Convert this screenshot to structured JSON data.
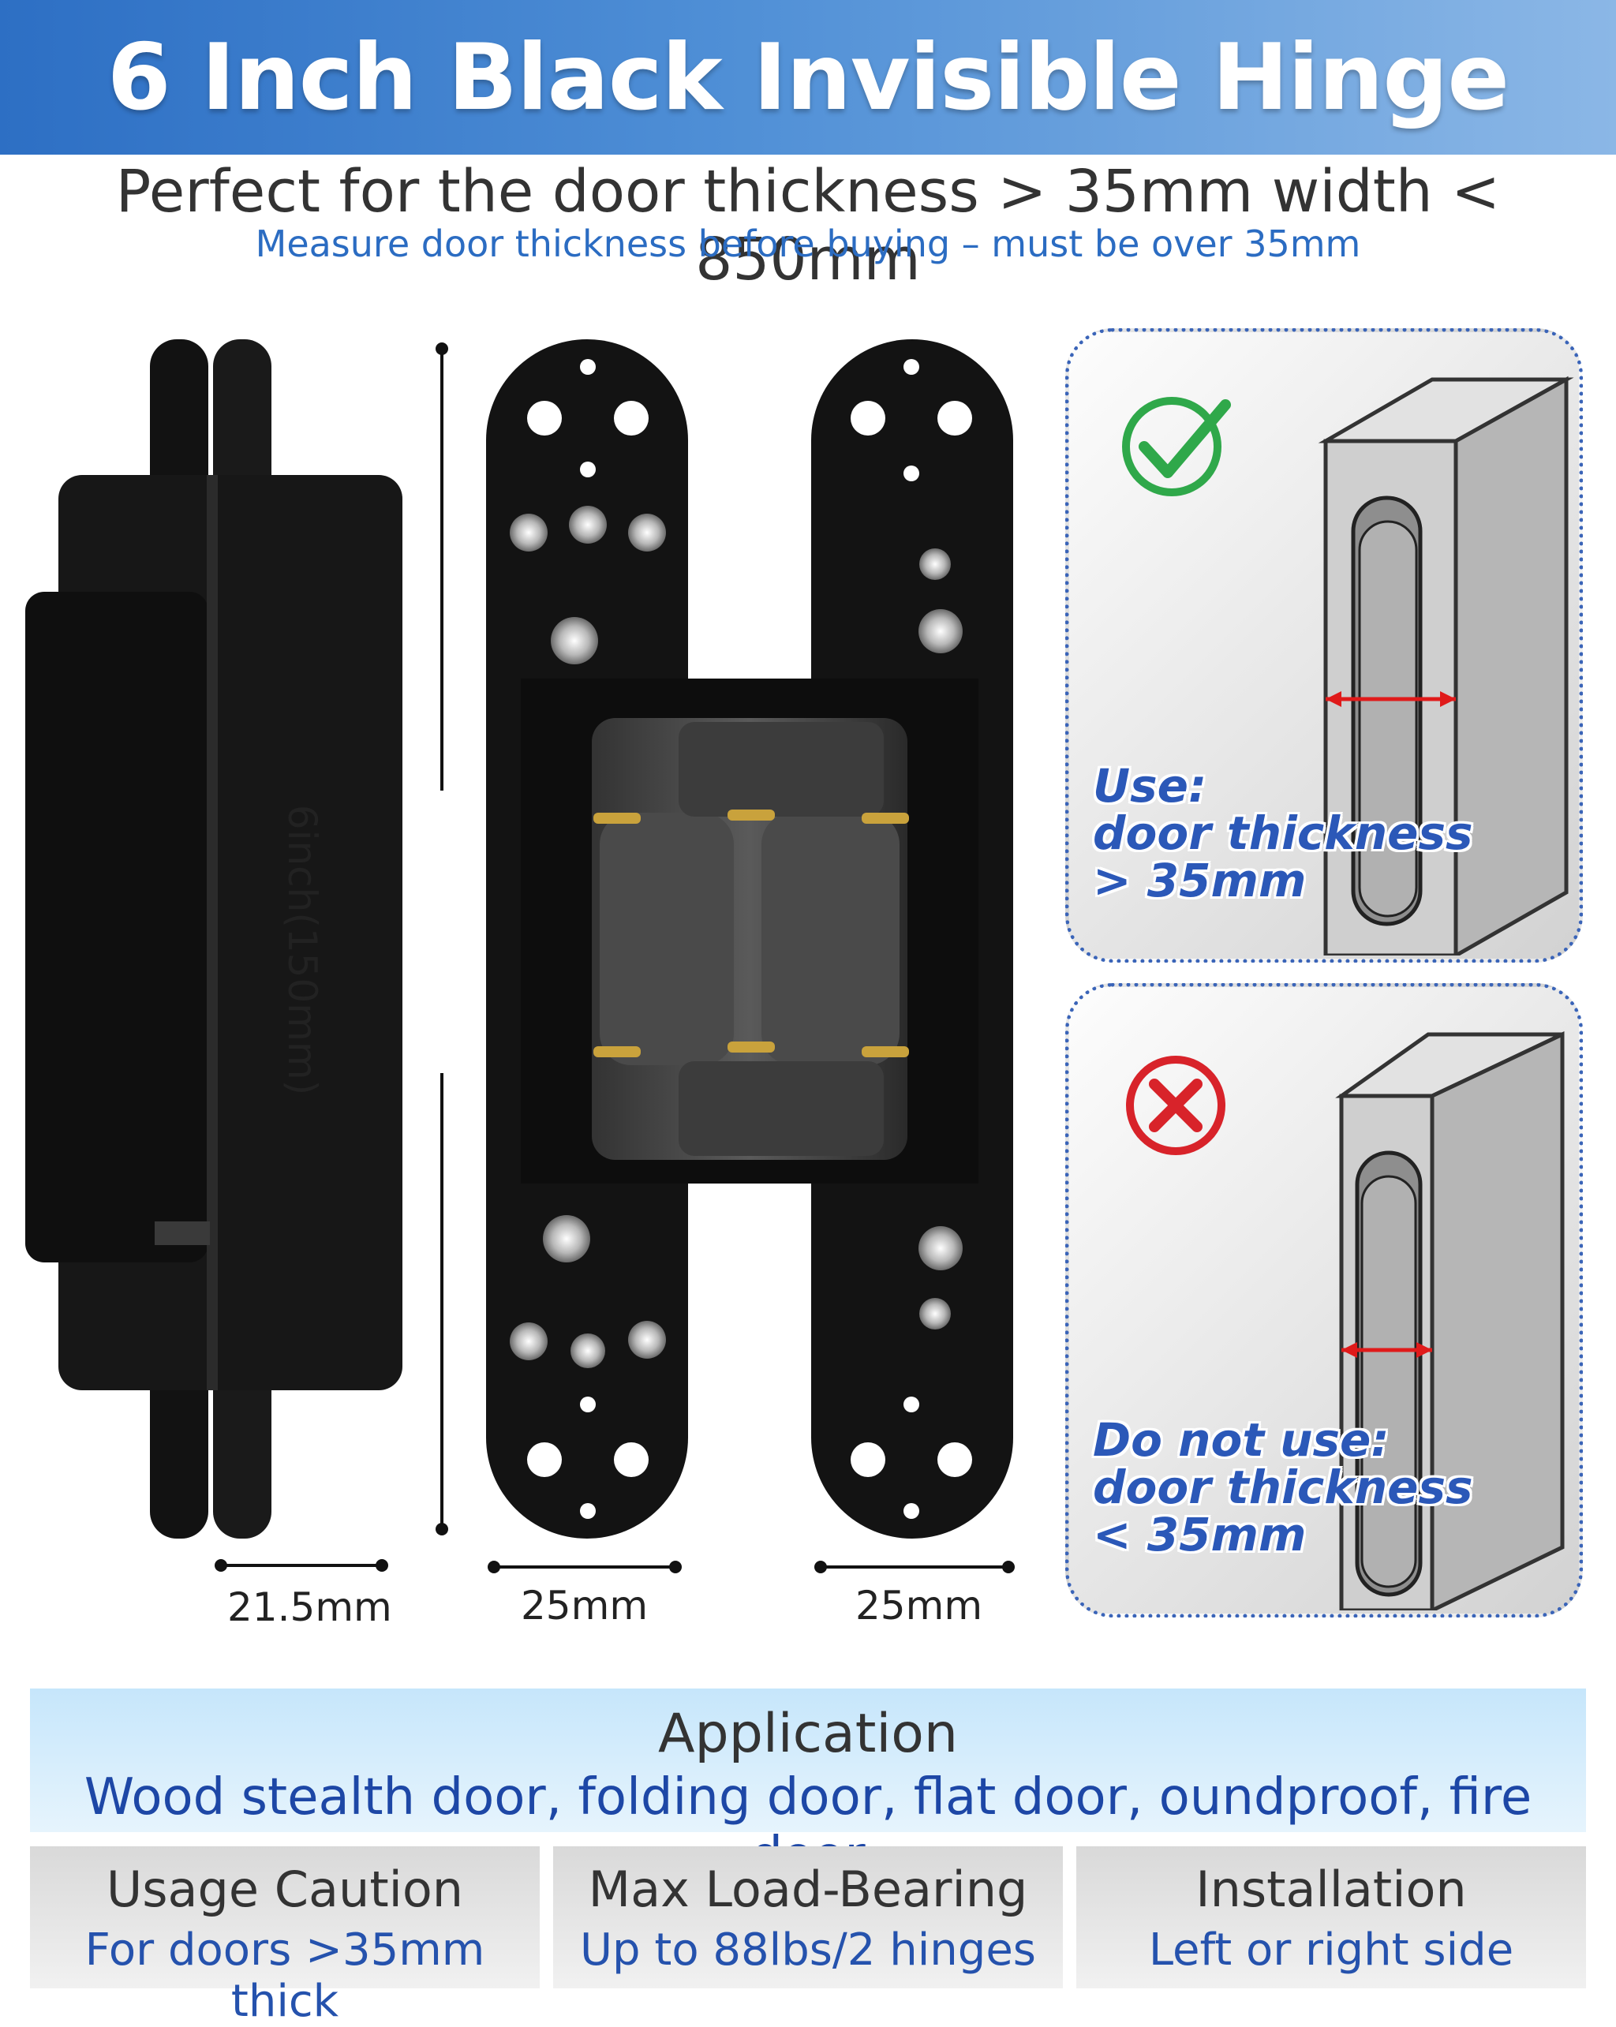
{
  "header": {
    "title": "6 Inch Black Invisible Hinge"
  },
  "subtitle": "Perfect for the door thickness > 35mm width < 850mm",
  "note": "Measure door thickness before buying – must be over 35mm",
  "dimensions": {
    "height": "6inch(150mm)",
    "side_width": "21.5mm",
    "left_plate": "25mm",
    "right_plate": "25mm"
  },
  "panels": {
    "use": {
      "line1": "Use:",
      "line2": "door thickness",
      "line3": "> 35mm"
    },
    "do_not_use": {
      "line1": "Do not use:",
      "line2": "door thickness",
      "line3": "< 35mm"
    }
  },
  "application": {
    "title": "Application",
    "text": "Wood stealth door, folding door, flat door, oundproof, fire door"
  },
  "features": [
    {
      "title": "Usage Caution",
      "sub": "For doors >35mm thick"
    },
    {
      "title": "Max Load-Bearing",
      "sub": "Up to 88lbs/2 hinges"
    },
    {
      "title": "Installation",
      "sub": "Left or right side"
    }
  ],
  "colors": {
    "header_blue": "#2d6fc4",
    "accent_blue": "#2b6cc2",
    "check_green": "#2fa84a",
    "cross_red": "#d8232a",
    "hinge_black": "#141414"
  }
}
